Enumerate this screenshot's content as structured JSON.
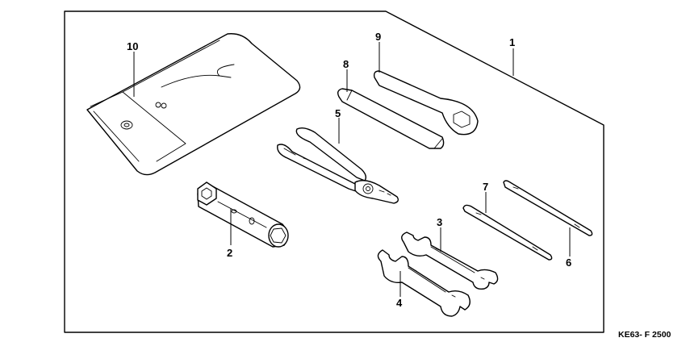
{
  "callouts": {
    "c1": "1",
    "c2": "2",
    "c3": "3",
    "c4": "4",
    "c5": "5",
    "c6": "6",
    "c7": "7",
    "c8": "8",
    "c9": "9",
    "c10": "10"
  },
  "diagram_code": "KE63- F 2500"
}
